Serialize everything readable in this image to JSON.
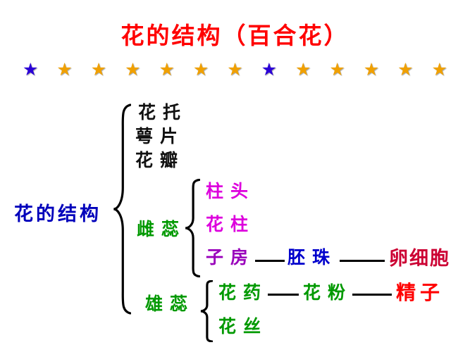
{
  "title": {
    "text": "花的结构（百合花）"
  },
  "stars": {
    "pattern": [
      "star_blue",
      "star_gold",
      "star_gold",
      "star_gold",
      "star_gold",
      "star_gold",
      "star_gold",
      "star_blue",
      "star_gold",
      "star_gold",
      "star_gold",
      "star_gold",
      "star_gold"
    ],
    "glyph": "★"
  },
  "tree": {
    "root": "花的结构",
    "top_items": [
      "花托",
      "萼片",
      "花瓣"
    ],
    "pistil": {
      "label": "雌蕊",
      "parts": [
        "柱头",
        "花柱",
        "子房"
      ],
      "ovary_product": "胚珠",
      "ovule_product": "卵细胞"
    },
    "stamen": {
      "label": "雄蕊",
      "parts": [
        "花药",
        "花丝"
      ],
      "anther_product": "花粉",
      "pollen_product": "精子"
    }
  },
  "colors": {
    "title": "#ff0000",
    "root": "#0000bb",
    "plain": "#111111",
    "green": "#009900",
    "magenta": "#dd00dd",
    "ovary_purple": "#9900bb",
    "ovule_blue": "#0000cc",
    "egg_red": "#cc0033",
    "sperm_red": "#ff0000",
    "star_blue": "#2b00d7",
    "star_gold": "#f0a000"
  }
}
